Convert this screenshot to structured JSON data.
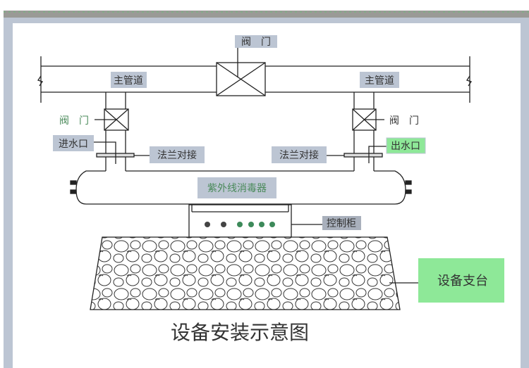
{
  "title": "设备安装示意图",
  "labels": {
    "main_valve": "阀　门",
    "main_pipe_left": "主管道",
    "main_pipe_right": "主管道",
    "valve_left": "阀　门",
    "valve_right": "阀　门",
    "inlet": "进水口",
    "outlet": "出水口",
    "flange_left": "法兰对接",
    "flange_right": "法兰对接",
    "sterilizer": "紫外线消毒器",
    "control_cabinet": "控制柜",
    "equipment_stand": "设备支台"
  },
  "colors": {
    "label_bg": "#bcc5d3",
    "green_label_bg": "#8ee898",
    "frame": "#bcc5d3",
    "frame_top": "#9a9a96",
    "indicator_dark": "#444444",
    "indicator_green": "#3d8a5a"
  }
}
